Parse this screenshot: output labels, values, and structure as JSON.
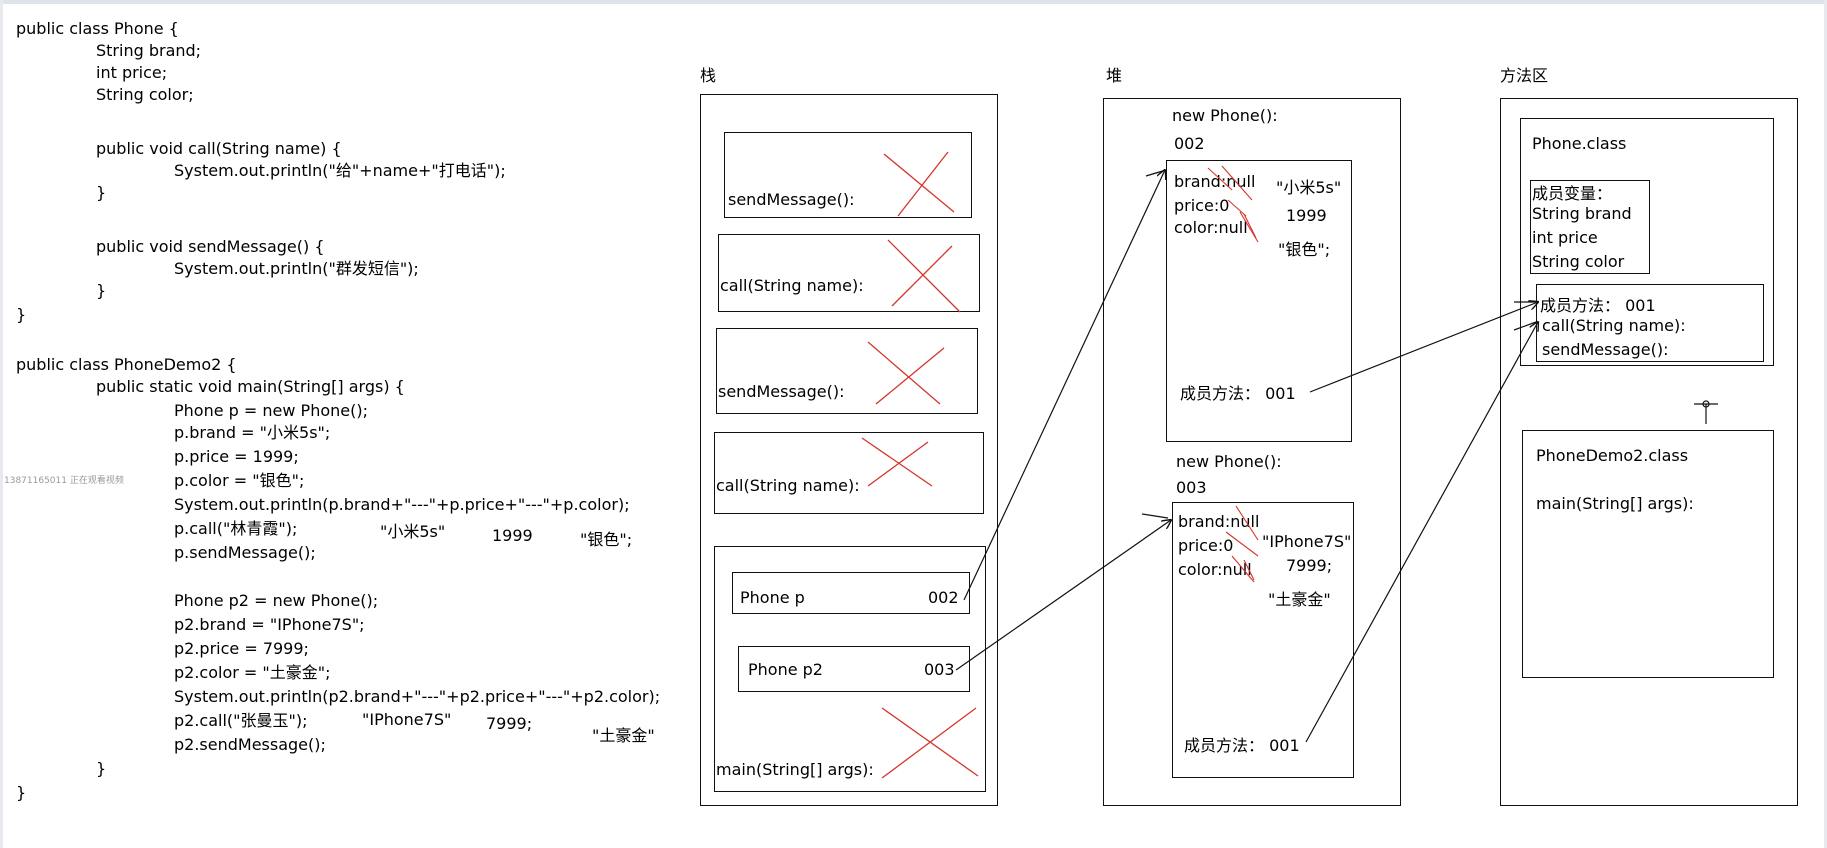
{
  "code": {
    "lines": [
      "public class Phone {",
      "String brand;",
      "int price;",
      "String color;",
      "",
      "public void call(String name) {",
      "System.out.println(\"给\"+name+\"打电话\");",
      "}",
      "",
      "public void sendMessage() {",
      "System.out.println(\"群发短信\");",
      "}",
      "}",
      "",
      "public class PhoneDemo2 {",
      "public static void main(String[] args) {",
      "Phone p = new Phone();",
      "p.brand = \"小米5s\";",
      "p.price = 1999;",
      "p.color = \"银色\";",
      "System.out.println(p.brand+\"---\"+p.price+\"---\"+p.color);",
      "p.call(\"林青霞\");",
      "p.sendMessage();",
      "",
      "Phone p2 = new Phone();",
      "p2.brand = \"IPhone7S\";",
      "p2.price = 7999;",
      "p2.color = \"土豪金\";",
      "System.out.println(p2.brand+\"---\"+p2.price+\"---\"+p2.color);",
      "p2.call(\"张曼玉\");",
      "p2.sendMessage();",
      "}",
      "}"
    ],
    "inline_notes_p": [
      "\"小米5s\"",
      "1999",
      "\"银色\";"
    ],
    "inline_notes_p2": [
      "\"IPhone7S\"",
      "7999;",
      "\"土豪金\""
    ]
  },
  "watermark": "13871165011 正在观看视频",
  "stack": {
    "title": "栈",
    "frames": [
      "sendMessage():",
      "call(String name):",
      "sendMessage():",
      "call(String name):",
      "main(String[] args):"
    ],
    "main_vars": [
      {
        "name": "Phone p",
        "value": "002"
      },
      {
        "name": "Phone p2",
        "value": "003"
      }
    ]
  },
  "heap": {
    "title": "堆",
    "objects": [
      {
        "header": "new Phone():",
        "address": "002",
        "fields": [
          "brand:null",
          "price:0",
          "color:null"
        ],
        "values": [
          "\"小米5s\"",
          "1999",
          "\"银色\";"
        ],
        "method_ref": "成员方法： 001"
      },
      {
        "header": "new Phone():",
        "address": "003",
        "fields": [
          "brand:null",
          "price:0",
          "color:null"
        ],
        "values": [
          "\"IPhone7S\"",
          "7999;",
          "\"土豪金\""
        ],
        "method_ref": "成员方法： 001"
      }
    ]
  },
  "method_area": {
    "title": "方法区",
    "phone_class": {
      "name": "Phone.class",
      "members_title": "成员变量：",
      "members": [
        "String brand",
        "int price",
        "String color"
      ],
      "methods_title": "成员方法： 001",
      "methods": [
        "call(String name):",
        "sendMessage():"
      ]
    },
    "demo_class": {
      "name": "PhoneDemo2.class",
      "methods": [
        "main(String[] args):"
      ]
    }
  },
  "colors": {
    "cross": "#d4362c",
    "line": "#111111"
  }
}
